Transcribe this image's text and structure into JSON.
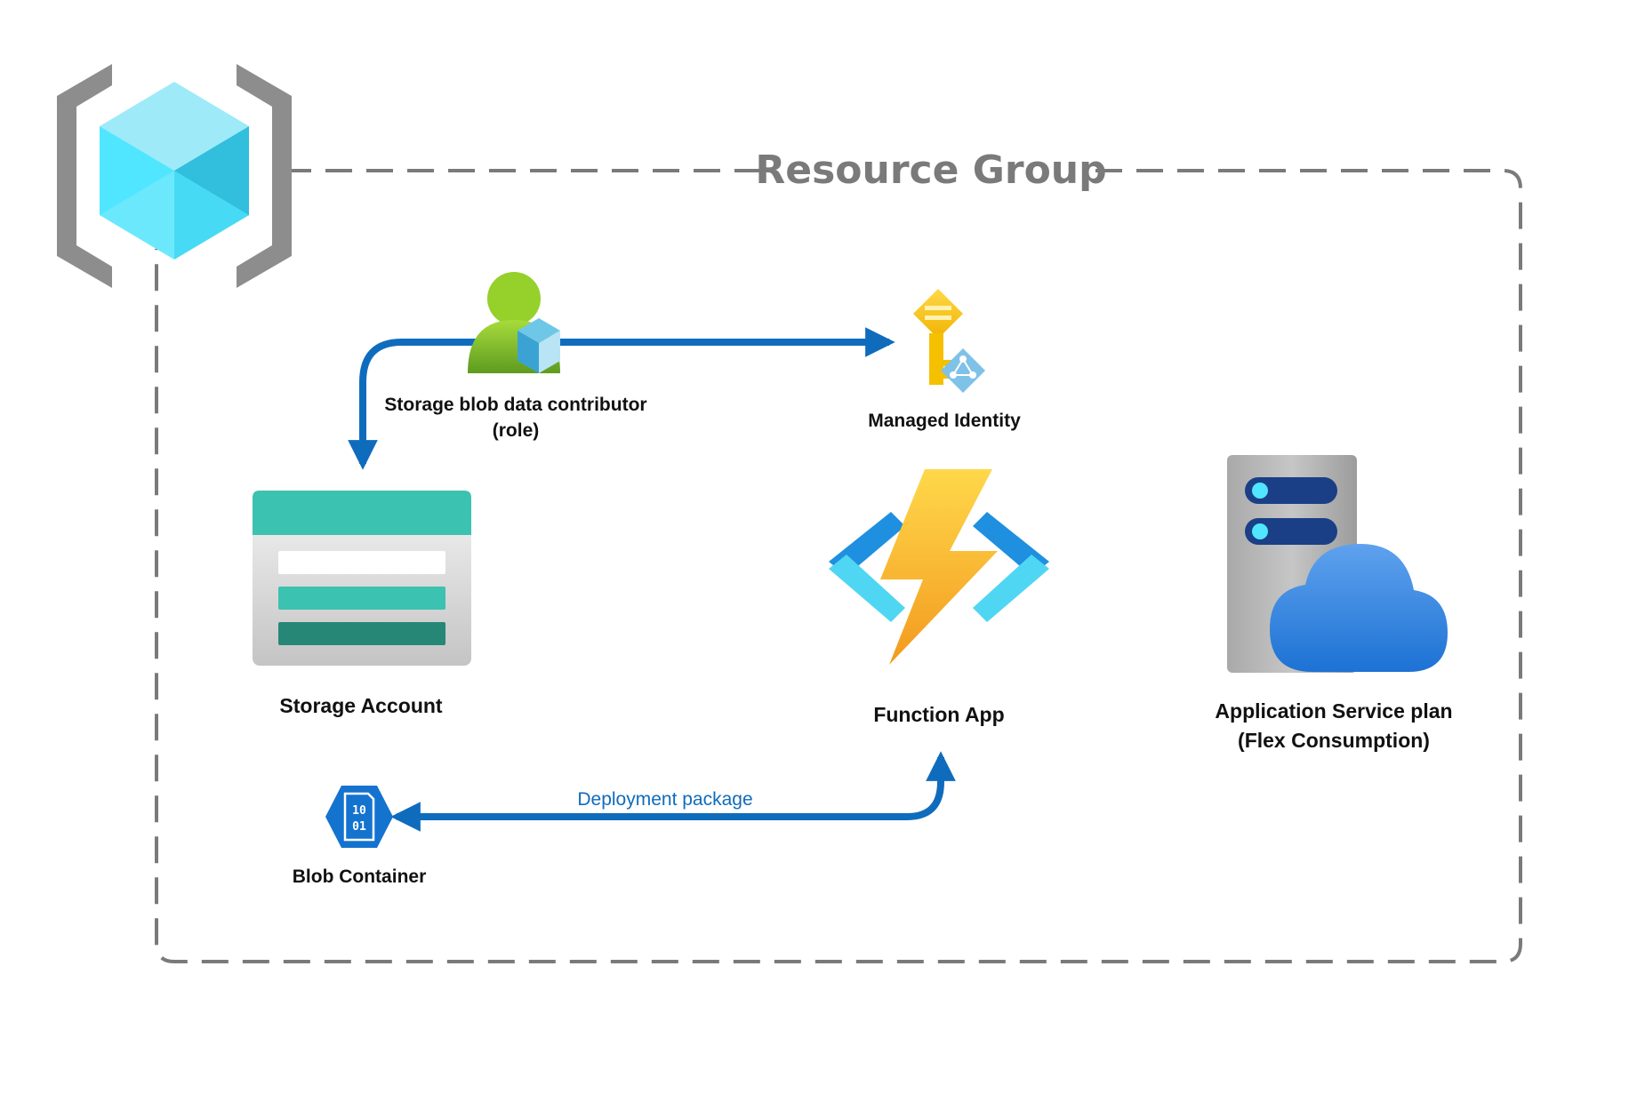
{
  "group": {
    "title": "Resource Group"
  },
  "nodes": {
    "role": {
      "label_line1": "Storage blob data contributor",
      "label_line2": "(role)"
    },
    "managed_identity": {
      "label": "Managed Identity"
    },
    "storage_account": {
      "label": "Storage Account"
    },
    "function_app": {
      "label": "Function App"
    },
    "service_plan": {
      "label_line1": "Application Service plan",
      "label_line2": "(Flex Consumption)"
    },
    "blob_container": {
      "label": "Blob Container",
      "icon_text_top": "10",
      "icon_text_bottom": "01"
    }
  },
  "edges": {
    "deployment": {
      "label": "Deployment package"
    }
  },
  "colors": {
    "arrow": "#0f6cbd",
    "group_border": "#7a7a7a",
    "deployment_label": "#0f6cbd"
  },
  "icons": {
    "resource_group": "resource-group-icon",
    "role": "role-assignment-icon",
    "managed_identity": "managed-identity-key-icon",
    "storage_account": "storage-account-icon",
    "function_app": "function-app-icon",
    "service_plan": "app-service-plan-icon",
    "blob_container": "blob-container-icon"
  }
}
